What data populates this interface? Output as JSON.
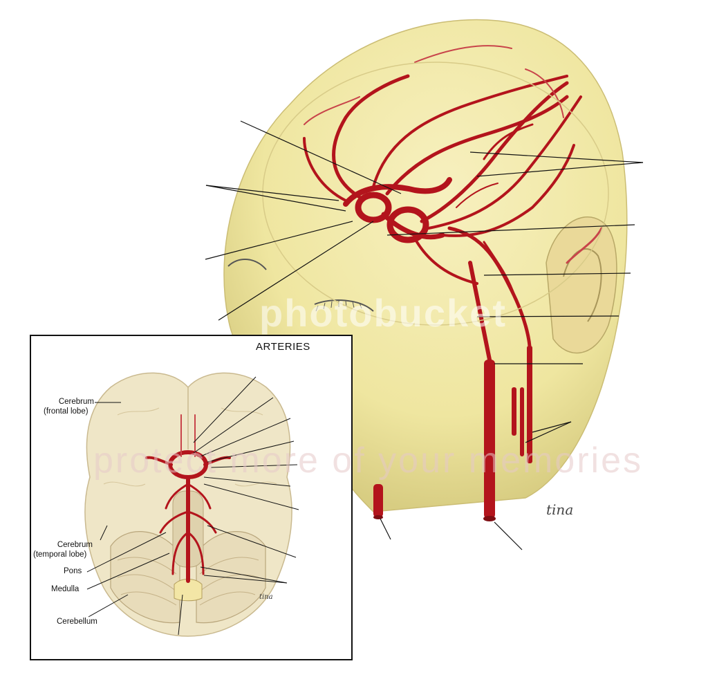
{
  "inset": {
    "title": "ARTERIES",
    "labels": {
      "cerebrum_frontal_line1": "Cerebrum",
      "cerebrum_frontal_line2": "(frontal lobe)",
      "cerebrum_temporal_line1": "Cerebrum",
      "cerebrum_temporal_line2": "(temporal lobe)",
      "pons": "Pons",
      "medulla": "Medulla",
      "cerebellum": "Cerebellum"
    }
  },
  "watermarks": {
    "main": "photobucket",
    "secondary": "protect more of your memories"
  },
  "signatures": {
    "main": "tina",
    "inset": "tina"
  },
  "colors": {
    "artery": "#b3141c",
    "artery_dark": "#7e0d12",
    "skin": "#f2eaa8",
    "skin_shadow": "#d9cf86",
    "brain": "#efe6c7",
    "leader_line": "#111111"
  }
}
